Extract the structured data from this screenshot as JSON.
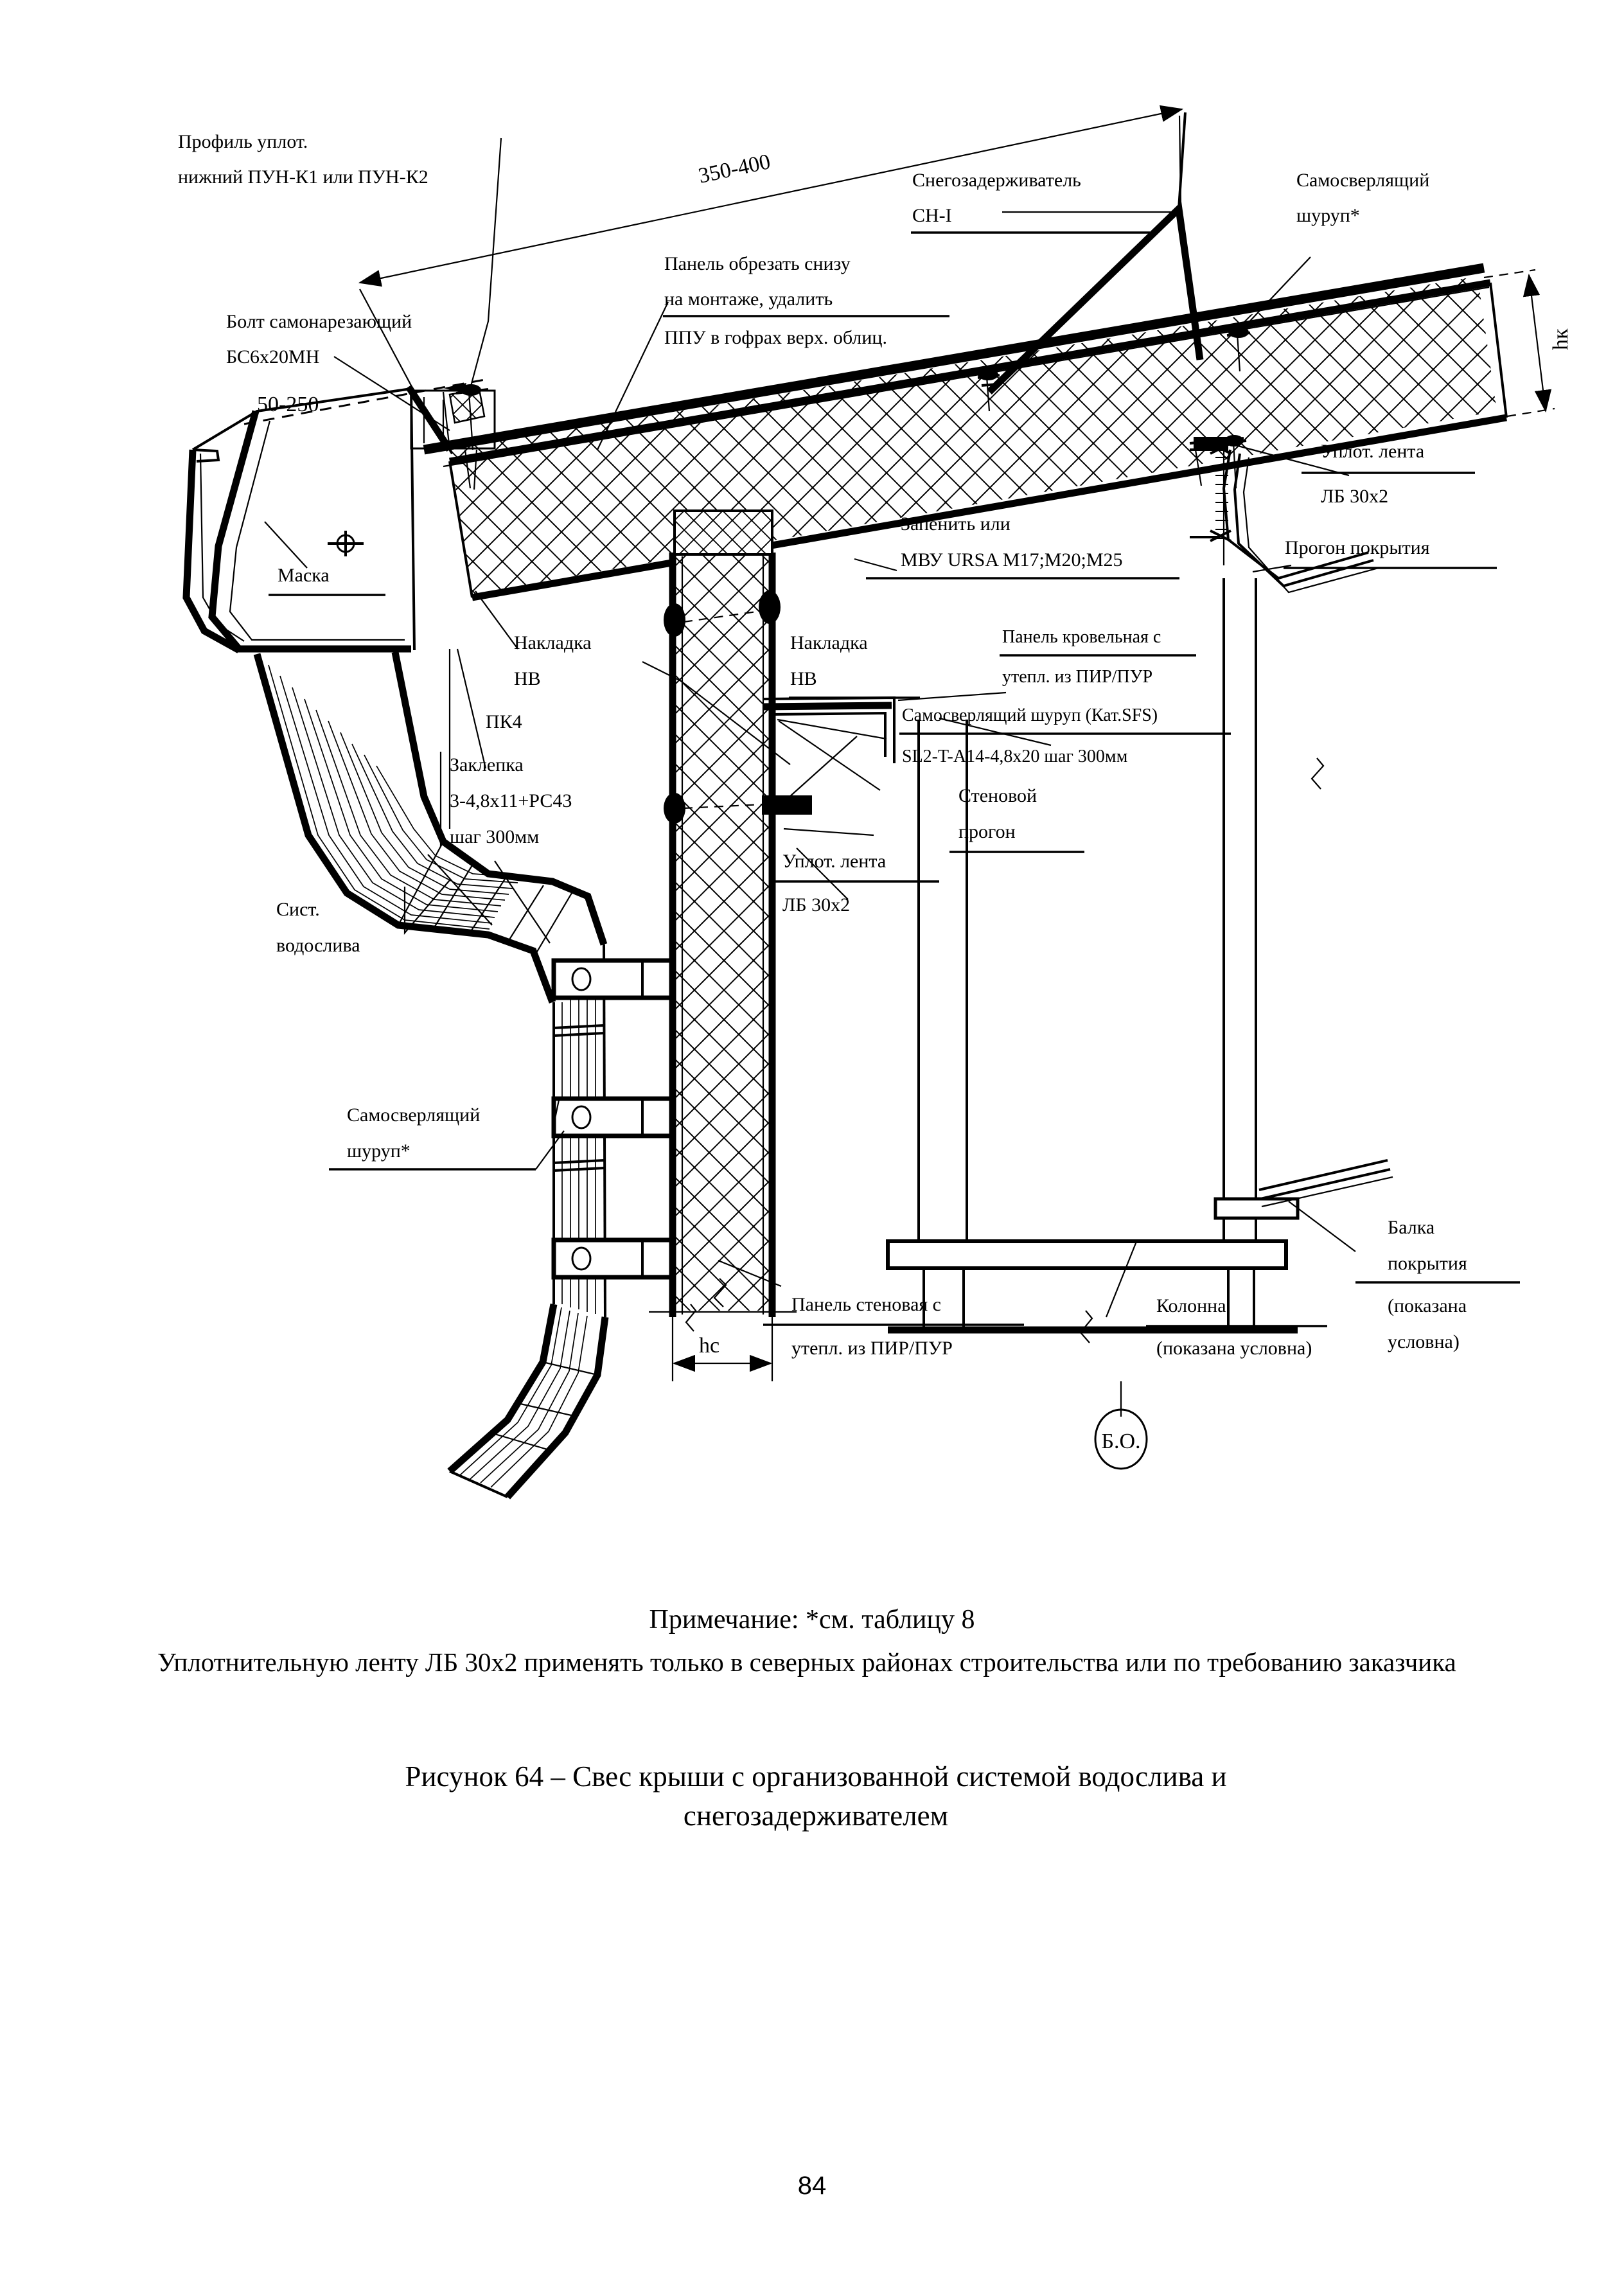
{
  "document": {
    "page_number": "84"
  },
  "figure": {
    "caption_line1": "Рисунок 64 – Свес крыши с организованной системой водослива и",
    "caption_line2": "снегозадерживателем",
    "note_heading": "Примечание: *см. таблицу 8",
    "note_text": "Уплотнительную ленту ЛБ 30х2 применять только в северных районах строительства или по требованию заказчика"
  },
  "labels": {
    "profile_seal_l1": "Профиль уплот.",
    "profile_seal_l2": "нижний ПУН-К1  или ПУН-К2",
    "bolt_l1": "Болт самонарезающий",
    "bolt_l2": "БС6х20МН",
    "dim_50_250": "50-250",
    "dim_350_400": "350-400",
    "snow_guard_l1": "Снегозадерживатель",
    "snow_guard_l2": "СН-I",
    "panel_cut_l1": "Панель обрезать снизу",
    "panel_cut_l2": "на монтаже, удалить",
    "panel_cut_l3": "ППУ в гофрах верх. облиц.",
    "self_drill_top_l1": "Самосверлящий",
    "self_drill_top_l2": "шуруп*",
    "dim_hk": "hк",
    "seal_tape_right_l1": "Уплот. лента",
    "seal_tape_right_l2": "ЛБ 30х2",
    "roof_purlin": "Прогон покрытия",
    "mask": "Маска",
    "overlay_left_l1": "Накладка",
    "overlay_left_l2": "НВ",
    "pk4": "ПК4",
    "rivet_l1": "Заклепка",
    "rivet_l2": "3-4,8х11+РС43",
    "rivet_l3": "шаг 300мм",
    "overlay_mid_l1": "Накладка",
    "overlay_mid_l2": "НВ",
    "foam_l1": "Запенить или",
    "foam_l2": "МВУ URSA M17;M20;M25",
    "roof_panel_l1": "Панель кровельная с",
    "roof_panel_l2": "утепл. из ПИР/ПУР",
    "screw_sfs_l1": "Самосверлящий шуруп (Кат.SFS)",
    "screw_sfs_l2": "SL2-T-A14-4,8х20 шаг 300мм",
    "wall_purlin_l1": "Стеновой",
    "wall_purlin_l2": "прогон",
    "seal_tape_mid_l1": "Уплот. лента",
    "seal_tape_mid_l2": "ЛБ 30х2",
    "drain_system_l1": "Сист.",
    "drain_system_l2": "водослива",
    "self_drill_left_l1": "Самосверлящий",
    "self_drill_left_l2": "шуруп*",
    "dim_hc": "hc",
    "wall_panel_l1": "Панель стеновая с",
    "wall_panel_l2": "утепл. из ПИР/ПУР",
    "column_l1": "Колонна",
    "column_l2": "(показана условна)",
    "roof_beam_l1": "Балка",
    "roof_beam_l2": "покрытия",
    "roof_beam_l3": "(показана",
    "roof_beam_l4": "условна)",
    "bo_mark": "Б.О."
  }
}
